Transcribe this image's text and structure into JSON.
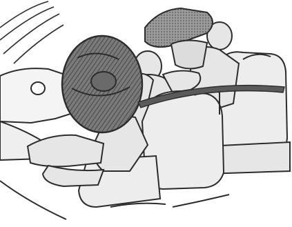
{
  "figure": {
    "subject": "airbag-deployment-illustration",
    "colors": {
      "background": "#ffffff",
      "line": "#2b2b2b",
      "occupant_fill": "#e6e6e6",
      "seat_fill": "#ededed",
      "airbag_fill": "#7a7a7a",
      "airbag_pattern": "#3a3a3a",
      "curtain_fill": "#9a9a9a",
      "belt_fill": "#5a5a5a"
    },
    "icons": [
      "steering-wheel-airbag",
      "passenger-airbag",
      "curtain-airbag",
      "seat-belt"
    ]
  }
}
